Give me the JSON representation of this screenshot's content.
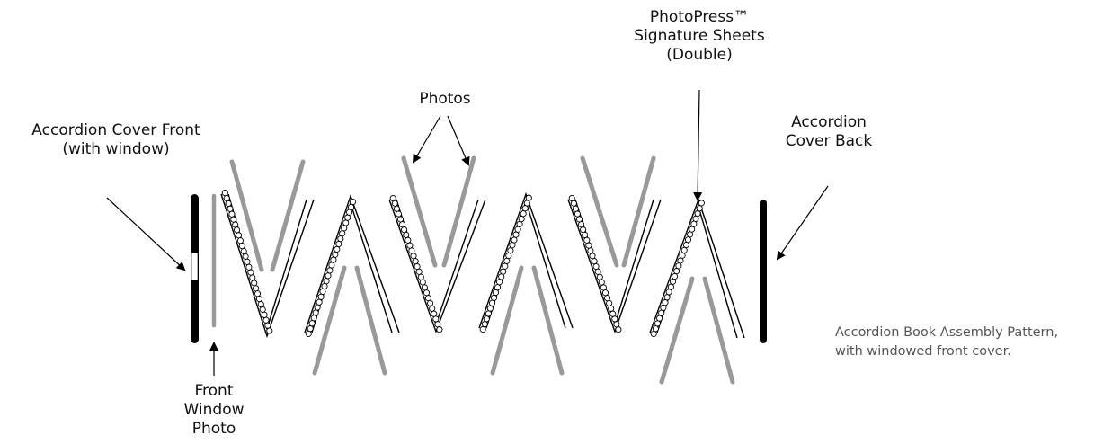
{
  "labels": {
    "front_cover": [
      "Accordion Cover Front",
      "(with window)"
    ],
    "photos": "Photos",
    "signature_sheets": [
      "PhotoPress™",
      "Signature Sheets",
      "(Double)"
    ],
    "back_cover": [
      "Accordion",
      "Cover Back"
    ],
    "front_window_photo": [
      "Front",
      "Window",
      "Photo"
    ]
  },
  "caption": [
    "Accordion Book Assembly Pattern,",
    "with windowed front cover."
  ],
  "colors": {
    "cover": "#000000",
    "photo": "#999999",
    "sheet": "#000000",
    "arrow": "#000000",
    "caption": "#555555"
  }
}
